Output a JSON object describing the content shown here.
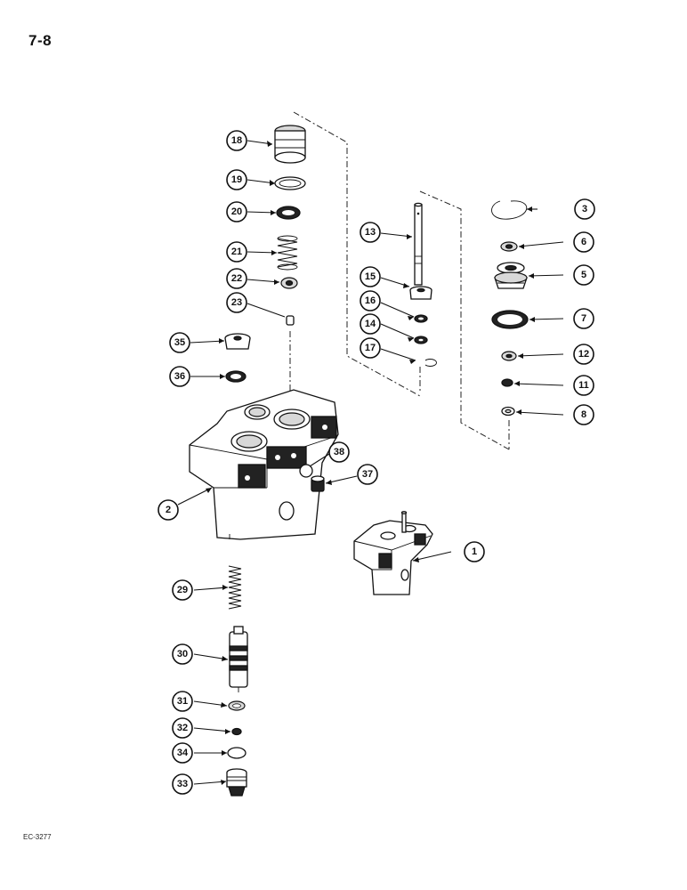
{
  "page": {
    "page_number": "7-8",
    "footer_code": "EC-3277"
  },
  "callouts": [
    {
      "key": "c18",
      "label": "18"
    },
    {
      "key": "c19",
      "label": "19"
    },
    {
      "key": "c20",
      "label": "20"
    },
    {
      "key": "c21",
      "label": "21"
    },
    {
      "key": "c22",
      "label": "22"
    },
    {
      "key": "c23",
      "label": "23"
    },
    {
      "key": "c35",
      "label": "35"
    },
    {
      "key": "c36",
      "label": "36"
    },
    {
      "key": "c2",
      "label": "2"
    },
    {
      "key": "c38",
      "label": "38"
    },
    {
      "key": "c37",
      "label": "37"
    },
    {
      "key": "c13",
      "label": "13"
    },
    {
      "key": "c15",
      "label": "15"
    },
    {
      "key": "c16",
      "label": "16"
    },
    {
      "key": "c14",
      "label": "14"
    },
    {
      "key": "c17",
      "label": "17"
    },
    {
      "key": "c3",
      "label": "3"
    },
    {
      "key": "c6",
      "label": "6"
    },
    {
      "key": "c5",
      "label": "5"
    },
    {
      "key": "c7",
      "label": "7"
    },
    {
      "key": "c12",
      "label": "12"
    },
    {
      "key": "c11",
      "label": "11"
    },
    {
      "key": "c8",
      "label": "8"
    },
    {
      "key": "c1",
      "label": "1"
    },
    {
      "key": "c29",
      "label": "29"
    },
    {
      "key": "c30",
      "label": "30"
    },
    {
      "key": "c31",
      "label": "31"
    },
    {
      "key": "c32",
      "label": "32"
    },
    {
      "key": "c34",
      "label": "34"
    },
    {
      "key": "c33",
      "label": "33"
    }
  ]
}
